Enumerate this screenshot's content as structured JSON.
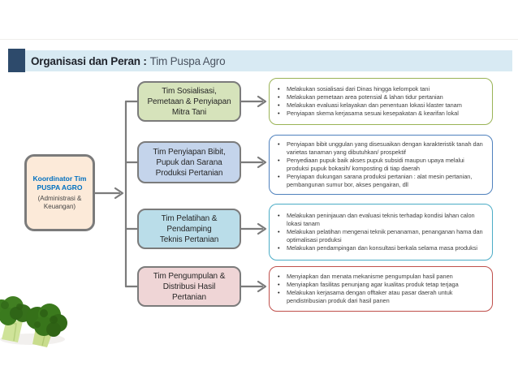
{
  "header": {
    "title_bold": "Organisasi dan Peran :",
    "title_regular": "Tim Puspa Agro",
    "bar_color": "#d8eaf3",
    "accent_color": "#2d4a6b"
  },
  "coordinator": {
    "title": "Koordinator Tim\nPUSPA AGRO",
    "subtitle": "(Administrasi &\nKeuangan)",
    "fill": "#fcead9",
    "border_color": "#7b7b7b",
    "title_color": "#0070c0"
  },
  "connector_color": "#7b7b7b",
  "teams": [
    {
      "label": "Tim Sosialisasi,\nPemetaan & Penyiapan\nMitra Tani",
      "fill": "#d6e3bb",
      "desc_border": "#9ab356",
      "bullets": [
        "Melakukan sosialisasi dari Dinas hingga kelompok tani",
        "Melakukan pemetaan area potensial & lahan tidur pertanian",
        "Melakukan evaluasi kelayakan dan penentuan lokasi klaster tanam",
        "Penyiapan skema kerjasama sesuai kesepakatan & kearifan lokal"
      ]
    },
    {
      "label": "Tim Penyiapan Bibit,\nPupuk dan Sarana\nProduksi Pertanian",
      "fill": "#c4d4eb",
      "desc_border": "#4f81bd",
      "bullets": [
        "Penyiapan bibit unggulan yang disesuaikan dengan karakteristik tanah dan varietas tanaman yang dibutuhkan/ prospektif",
        "Penyediaan pupuk baik akses pupuk subsidi maupun upaya melalui produksi pupuk bokasih/ komposting di tiap daerah",
        "Penyiapan dukungan sarana produksi pertanian : alat mesin pertanian, pembangunan sumur bor, akses pengairan, dll"
      ]
    },
    {
      "label": "Tim Pelatihan &\nPendamping\nTeknis Pertanian",
      "fill": "#badde9",
      "desc_border": "#4bacc6",
      "bullets": [
        "Melakukan peninjauan dan evaluasi teknis terhadap kondisi lahan calon lokasi tanam",
        "Melakukan pelatihan mengenai teknik penanaman, penanganan hama dan optimalisasi produksi",
        "Melakukan pendampingan dan konsultasi berkala selama masa produksi"
      ]
    },
    {
      "label": "Tim Pengumpulan &\nDistribusi Hasil\nPertanian",
      "fill": "#efd5d6",
      "desc_border": "#bf4f4b",
      "bullets": [
        "Menyiapkan dan menata mekanisme pengumpulan hasil panen",
        "Menyiapkan fasilitas penunjang agar kualitas produk tetap terjaga",
        "Melakukan kerjasama dengan offtaker atau pasar daerah untuk pendistribusian produk dari hasil panen"
      ]
    }
  ],
  "decoration": {
    "image": "broccoli"
  }
}
